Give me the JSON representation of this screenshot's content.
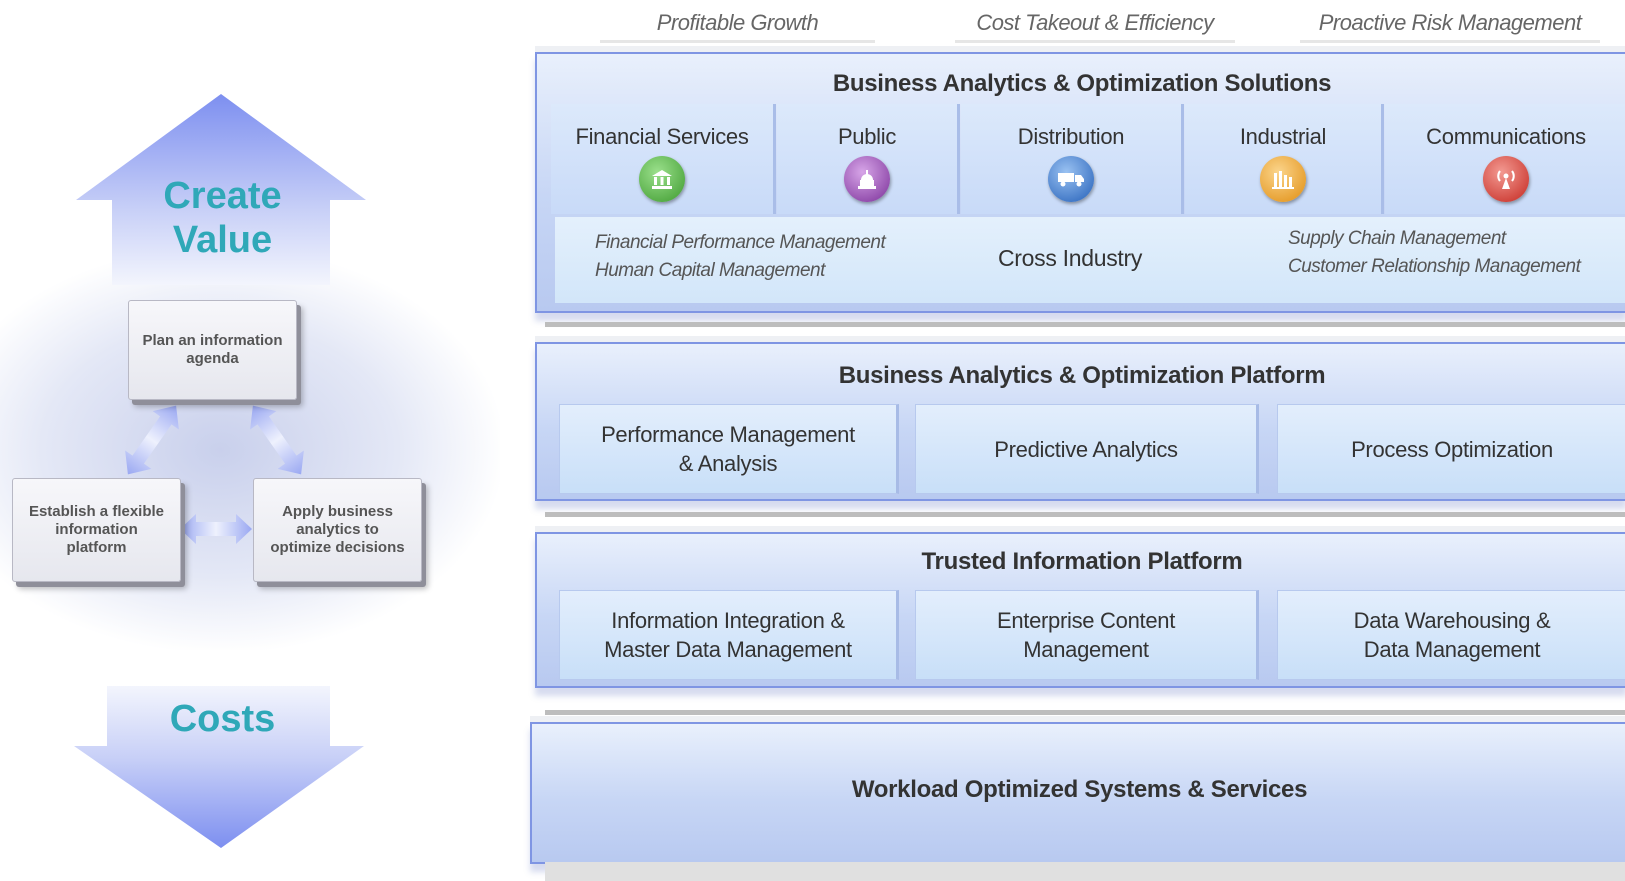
{
  "left": {
    "create_value": "Create Value",
    "costs": "Costs",
    "cycle": {
      "plan": "Plan an information agenda",
      "establish": "Establish a flexible information platform",
      "apply": "Apply business analytics to optimize decisions"
    }
  },
  "goals": [
    "Profitable Growth",
    "Cost Takeout & Efficiency",
    "Proactive Risk Management"
  ],
  "solutions": {
    "title": "Business Analytics & Optimization Solutions",
    "industries": [
      {
        "label": "Financial Services",
        "icon": "bank-icon",
        "color": "#4caf3c"
      },
      {
        "label": "Public",
        "icon": "capitol-icon",
        "color": "#8a3fa6"
      },
      {
        "label": "Distribution",
        "icon": "truck-icon",
        "color": "#2f6fc9"
      },
      {
        "label": "Industrial",
        "icon": "factory-icon",
        "color": "#f0a21c"
      },
      {
        "label": "Communications",
        "icon": "antenna-icon",
        "color": "#d9342b"
      }
    ],
    "cross_left": [
      "Financial Performance Management",
      "Human Capital Management"
    ],
    "cross_center": "Cross Industry",
    "cross_right": [
      "Supply Chain Management",
      "Customer Relationship Management"
    ]
  },
  "platform": {
    "title": "Business Analytics & Optimization Platform",
    "cells": [
      "Performance Management & Analysis",
      "Predictive Analytics",
      "Process Optimization"
    ]
  },
  "trusted": {
    "title": "Trusted Information Platform",
    "cells": [
      "Information Integration & Master Data Management",
      "Enterprise Content Management",
      "Data Warehousing & Data Management"
    ]
  },
  "workload": {
    "title": "Workload Optimized Systems & Services"
  },
  "colors": {
    "accent_text": "#2fa8b8",
    "arrow_fill": "#8f9ef0",
    "layer_border": "#7f95e3"
  }
}
